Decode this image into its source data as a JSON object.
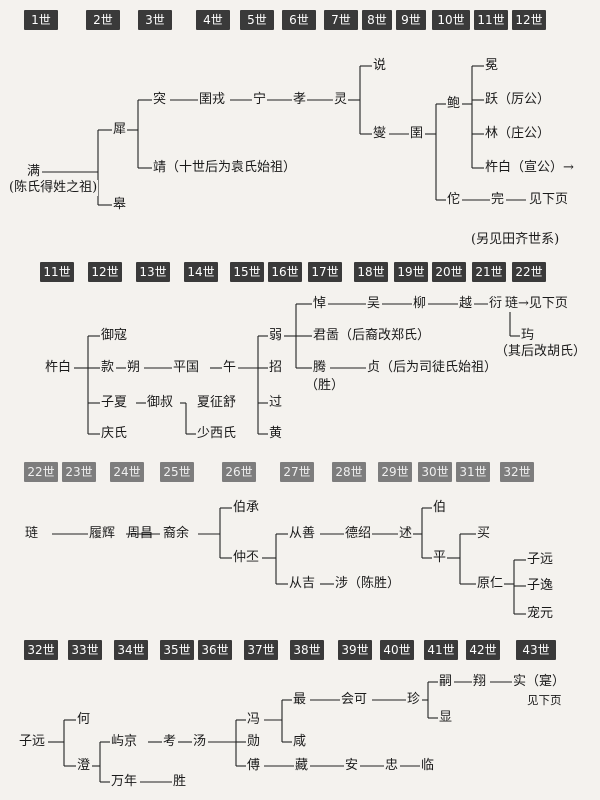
{
  "section1": {
    "gens": [
      "1世",
      "2世",
      "3世",
      "4世",
      "5世",
      "6世",
      "7世",
      "8世",
      "9世",
      "10世",
      "11世",
      "12世"
    ],
    "p_man": "满",
    "p_man_note": "(陈氏得姓之祖)",
    "p_xi": "犀",
    "p_gao": "皋",
    "p_tu": "突",
    "p_yurong": "圉戎",
    "p_ning": "宁",
    "p_xiao": "孝",
    "p_ling": "灵",
    "p_shuo": "说",
    "p_xie": "燮",
    "p_yu": "圉",
    "p_bao": "鲍",
    "p_mian": "冕",
    "p_yue": "跃（厉公）",
    "p_lin": "林（庄公）",
    "p_chubai": "杵白（宣公）→",
    "p_jing": "靖（十世后为袁氏始祖）",
    "p_ta": "佗",
    "p_wan": "完",
    "see_next": "见下页",
    "see_tianqi": "(另见田齐世系)"
  },
  "section2": {
    "gens": [
      "11世",
      "12世",
      "13世",
      "14世",
      "15世",
      "16世",
      "17世",
      "18世",
      "19世",
      "20世",
      "21世",
      "22世"
    ],
    "p_chubai": "杵白",
    "p_yukou": "御寇",
    "p_kuan": "款",
    "p_shuo": "朔",
    "p_pingguo": "平国",
    "p_wu": "午",
    "p_zixia": "子夏",
    "p_yushu": "御叔",
    "p_xiazhengshu": "夏征舒",
    "p_shaoxishi": "少西氏",
    "p_qingshi": "庆氏",
    "p_ruo": "弱",
    "p_zhao": "招",
    "p_guo": "过",
    "p_huang": "黄",
    "p_zhuo": "悼",
    "p_wu2": "吴",
    "p_liu": "柳",
    "p_yue": "越",
    "p_yan": "衍",
    "p_hui": "琏→见下页",
    "p_junbo": "君啚（后裔改郑氏）",
    "p_jun": "玙",
    "p_hu_note": "（其后改胡氏）",
    "p_teng": "腾",
    "p_zhen": "贞（后为司徒氏始祖）",
    "p_sheng": "（胜）"
  },
  "section3": {
    "gens": [
      "22世",
      "23世",
      "24世",
      "25世",
      "26世",
      "27世",
      "28世",
      "29世",
      "30世",
      "31世",
      "32世"
    ],
    "p_hui": "琏",
    "p_lühui": "履辉",
    "p_zhouchang": "周昌",
    "p_shangyu": "裔余",
    "p_bocheng": "伯承",
    "p_zhongpi": "仲丕",
    "p_congshan": "从善",
    "p_deshao": "德绍",
    "p_shu": "述",
    "p_bo": "伯",
    "p_ping": "平",
    "p_mai": "买",
    "p_yuanren": "原仁",
    "p_ziyuan": "子远",
    "p_ziyi": "子逸",
    "p_chongyuan": "宠元",
    "p_congji": "从吉",
    "p_she": "涉（陈胜）"
  },
  "section4": {
    "gens": [
      "32世",
      "33世",
      "34世",
      "35世",
      "36世",
      "37世",
      "38世",
      "39世",
      "40世",
      "41世",
      "42世",
      "43世"
    ],
    "p_ziyuan": "子远",
    "p_he": "何",
    "p_cheng": "澄",
    "p_wannian": "万年",
    "p_sheng": "胜",
    "p_yujing": "屿京",
    "p_kao": "考",
    "p_tang": "汤",
    "p_feng": "冯",
    "p_xun": "勋",
    "p_fu": "傅",
    "p_zui": "最",
    "p_xian": "咸",
    "p_cang": "藏",
    "p_an": "安",
    "p_zhong": "忠",
    "p_lin": "临",
    "p_huike": "会可",
    "p_zhen": "珍",
    "p_si": "嗣",
    "p_xiang": "翔",
    "p_shi": "实（寔）",
    "p_xian2": "显",
    "see_next": "见下页"
  }
}
